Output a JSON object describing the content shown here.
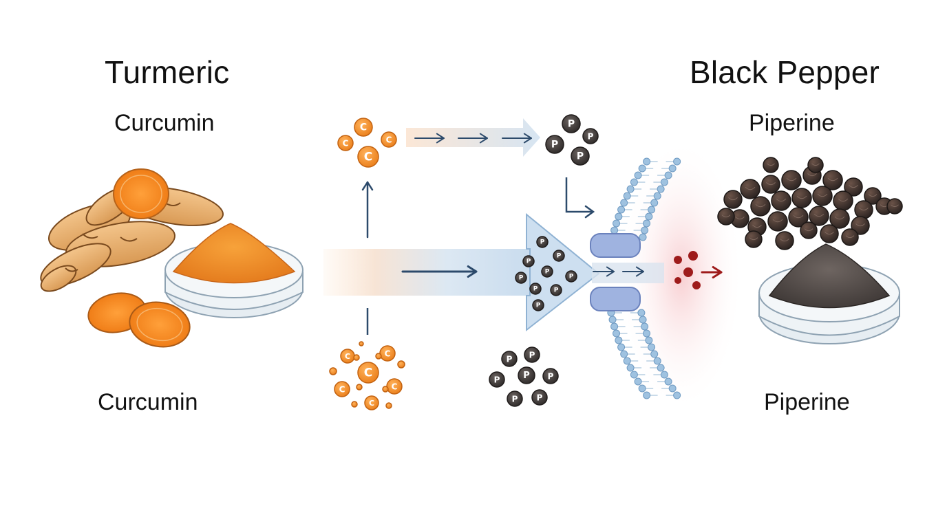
{
  "left": {
    "title": "Turmeric",
    "compound_top": "Curcumin",
    "compound_bottom": "Curcumin"
  },
  "right": {
    "title": "Black Pepper",
    "compound_top": "Piperine",
    "compound_bottom": "Piperine"
  },
  "molecules": {
    "curcumin_letter": "C",
    "piperine_letter": "P"
  },
  "colors": {
    "curcumin": "#f08a24",
    "piperine": "#3f3a38",
    "arrow": "#2c4a6b",
    "membrane": "#9fc2e0",
    "channel": "#9fb3e0",
    "absorbed": "#9e1b1b"
  },
  "icons": [
    "turmeric-root-icon",
    "turmeric-powder-dish-icon",
    "black-peppercorns-icon",
    "pepper-powder-dish-icon",
    "cell-membrane-icon",
    "membrane-channel-icon"
  ]
}
